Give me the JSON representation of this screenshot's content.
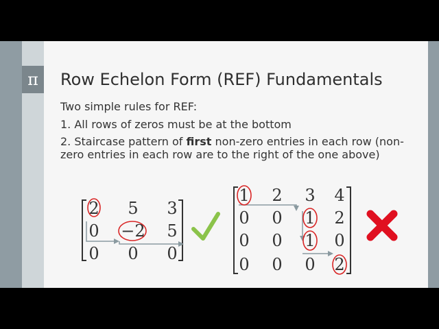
{
  "sidebar": {
    "icon": "pi-icon",
    "symbol": "π"
  },
  "slide": {
    "title": "Row Echelon Form (REF) Fundamentals",
    "intro": "Two simple rules for REF:",
    "rule1": "1.  All rows of zeros must be at the bottom",
    "rule2_a": "2.  Staircase pattern of ",
    "rule2_bold": "first",
    "rule2_b": " non-zero entries in each row (non-zero entries in each row are to the right of the one above)"
  },
  "matrix_a": {
    "rows": [
      [
        "2",
        "5",
        "3"
      ],
      [
        "0",
        "−2",
        "5"
      ],
      [
        "0",
        "0",
        "0"
      ]
    ],
    "status": "valid",
    "status_icon": "check-icon"
  },
  "matrix_b": {
    "rows": [
      [
        "1",
        "2",
        "3",
        "4"
      ],
      [
        "0",
        "0",
        "1",
        "2"
      ],
      [
        "0",
        "0",
        "1",
        "0"
      ],
      [
        "0",
        "0",
        "0",
        "2"
      ]
    ],
    "status": "invalid",
    "status_icon": "cross-icon"
  },
  "colors": {
    "circle": "#d92626",
    "arrow": "#8a9aa0",
    "check": "#8bc34a",
    "cross": "#e01020",
    "text": "#333333"
  }
}
